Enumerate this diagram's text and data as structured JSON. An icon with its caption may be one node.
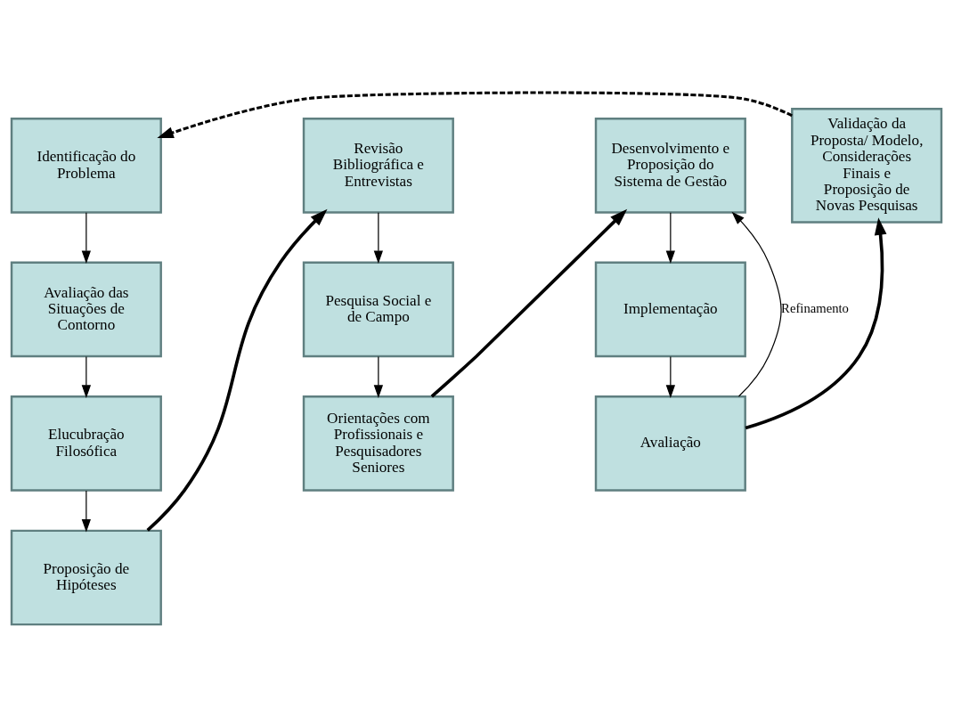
{
  "diagram": {
    "nodes": [
      {
        "text": [
          "Identificação do Problema"
        ]
      },
      {
        "text": [
          "Avaliação das Situações de Contorno"
        ]
      },
      {
        "text": [
          "Elucubração Filosófica"
        ]
      },
      {
        "text": [
          "Proposição de Hipóteses"
        ]
      },
      {
        "text": [
          "Revisão Bibliográfica e Entrevistas"
        ]
      },
      {
        "text": [
          "Pesquisa Social e de Campo"
        ]
      },
      {
        "text": [
          "Orientações com Profissionais e Pesquisadores Seniores"
        ]
      },
      {
        "text": [
          "Desenvolvimento e Proposição do Sistema de Gestão"
        ]
      },
      {
        "text": [
          "Implementação"
        ]
      },
      {
        "text": [
          "Avaliação"
        ]
      },
      {
        "text": [
          "Validação da Proposta/ Modelo, Considerações Finais e Proposição de Novas Pesquisas"
        ]
      }
    ],
    "edges": [
      {
        "from": 0,
        "to": 1,
        "arrow": "to"
      },
      {
        "from": 1,
        "to": 2,
        "arrow": "to"
      },
      {
        "from": 2,
        "to": 3,
        "arrow": "to"
      },
      {
        "from": 3,
        "to": 4,
        "arrow": "to",
        "style": "thick"
      },
      {
        "from": 4,
        "to": 5,
        "arrow": "to"
      },
      {
        "from": 5,
        "to": 6,
        "arrow": "to"
      },
      {
        "from": 6,
        "to": 7,
        "arrow": "to",
        "style": "thick"
      },
      {
        "from": 7,
        "to": 8,
        "arrow": "to"
      },
      {
        "from": 8,
        "to": 9,
        "arrow": "to"
      },
      {
        "from": 9,
        "to": 7,
        "arrow": "to",
        "label": "Refinamento"
      },
      {
        "from": 9,
        "to": 10,
        "arrow": "to",
        "style": "thick"
      },
      {
        "from": 10,
        "to": 0,
        "arrow": "to",
        "style": "dashed"
      }
    ]
  }
}
